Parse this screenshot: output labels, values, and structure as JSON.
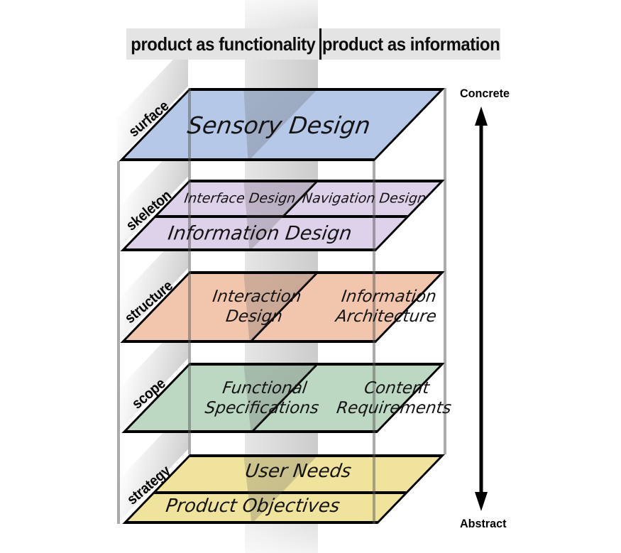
{
  "header": {
    "left_label": "product as functionality",
    "right_label": "product as information"
  },
  "axis": {
    "top_label": "Concrete",
    "bottom_label": "Abstract"
  },
  "layers": [
    {
      "name": "surface",
      "plane_color": "#b6c8e7",
      "labels": {
        "full": "Sensory Design"
      }
    },
    {
      "name": "skeleton",
      "plane_color": "#ded1ea",
      "labels": {
        "top_left": "Interface Design",
        "top_right": "Navigation Design",
        "bottom": "Information Design"
      }
    },
    {
      "name": "structure",
      "plane_color": "#f2c6ad",
      "labels": {
        "left": "Interaction Design",
        "right": "Information Architecture"
      }
    },
    {
      "name": "scope",
      "plane_color": "#bcd8c3",
      "labels": {
        "left": "Functional Specifications",
        "right": "Content Requirements"
      }
    },
    {
      "name": "strategy",
      "plane_color": "#f0e49d",
      "labels": {
        "top": "User Needs",
        "bottom": "Product Objectives"
      }
    }
  ],
  "colors": {
    "header_bg": "#e4e4e4",
    "plane_border": "#000000",
    "post_gray": "#ababab",
    "band_gray": "#cfcfcf",
    "ribbon_gray": "#e6e6e6"
  }
}
